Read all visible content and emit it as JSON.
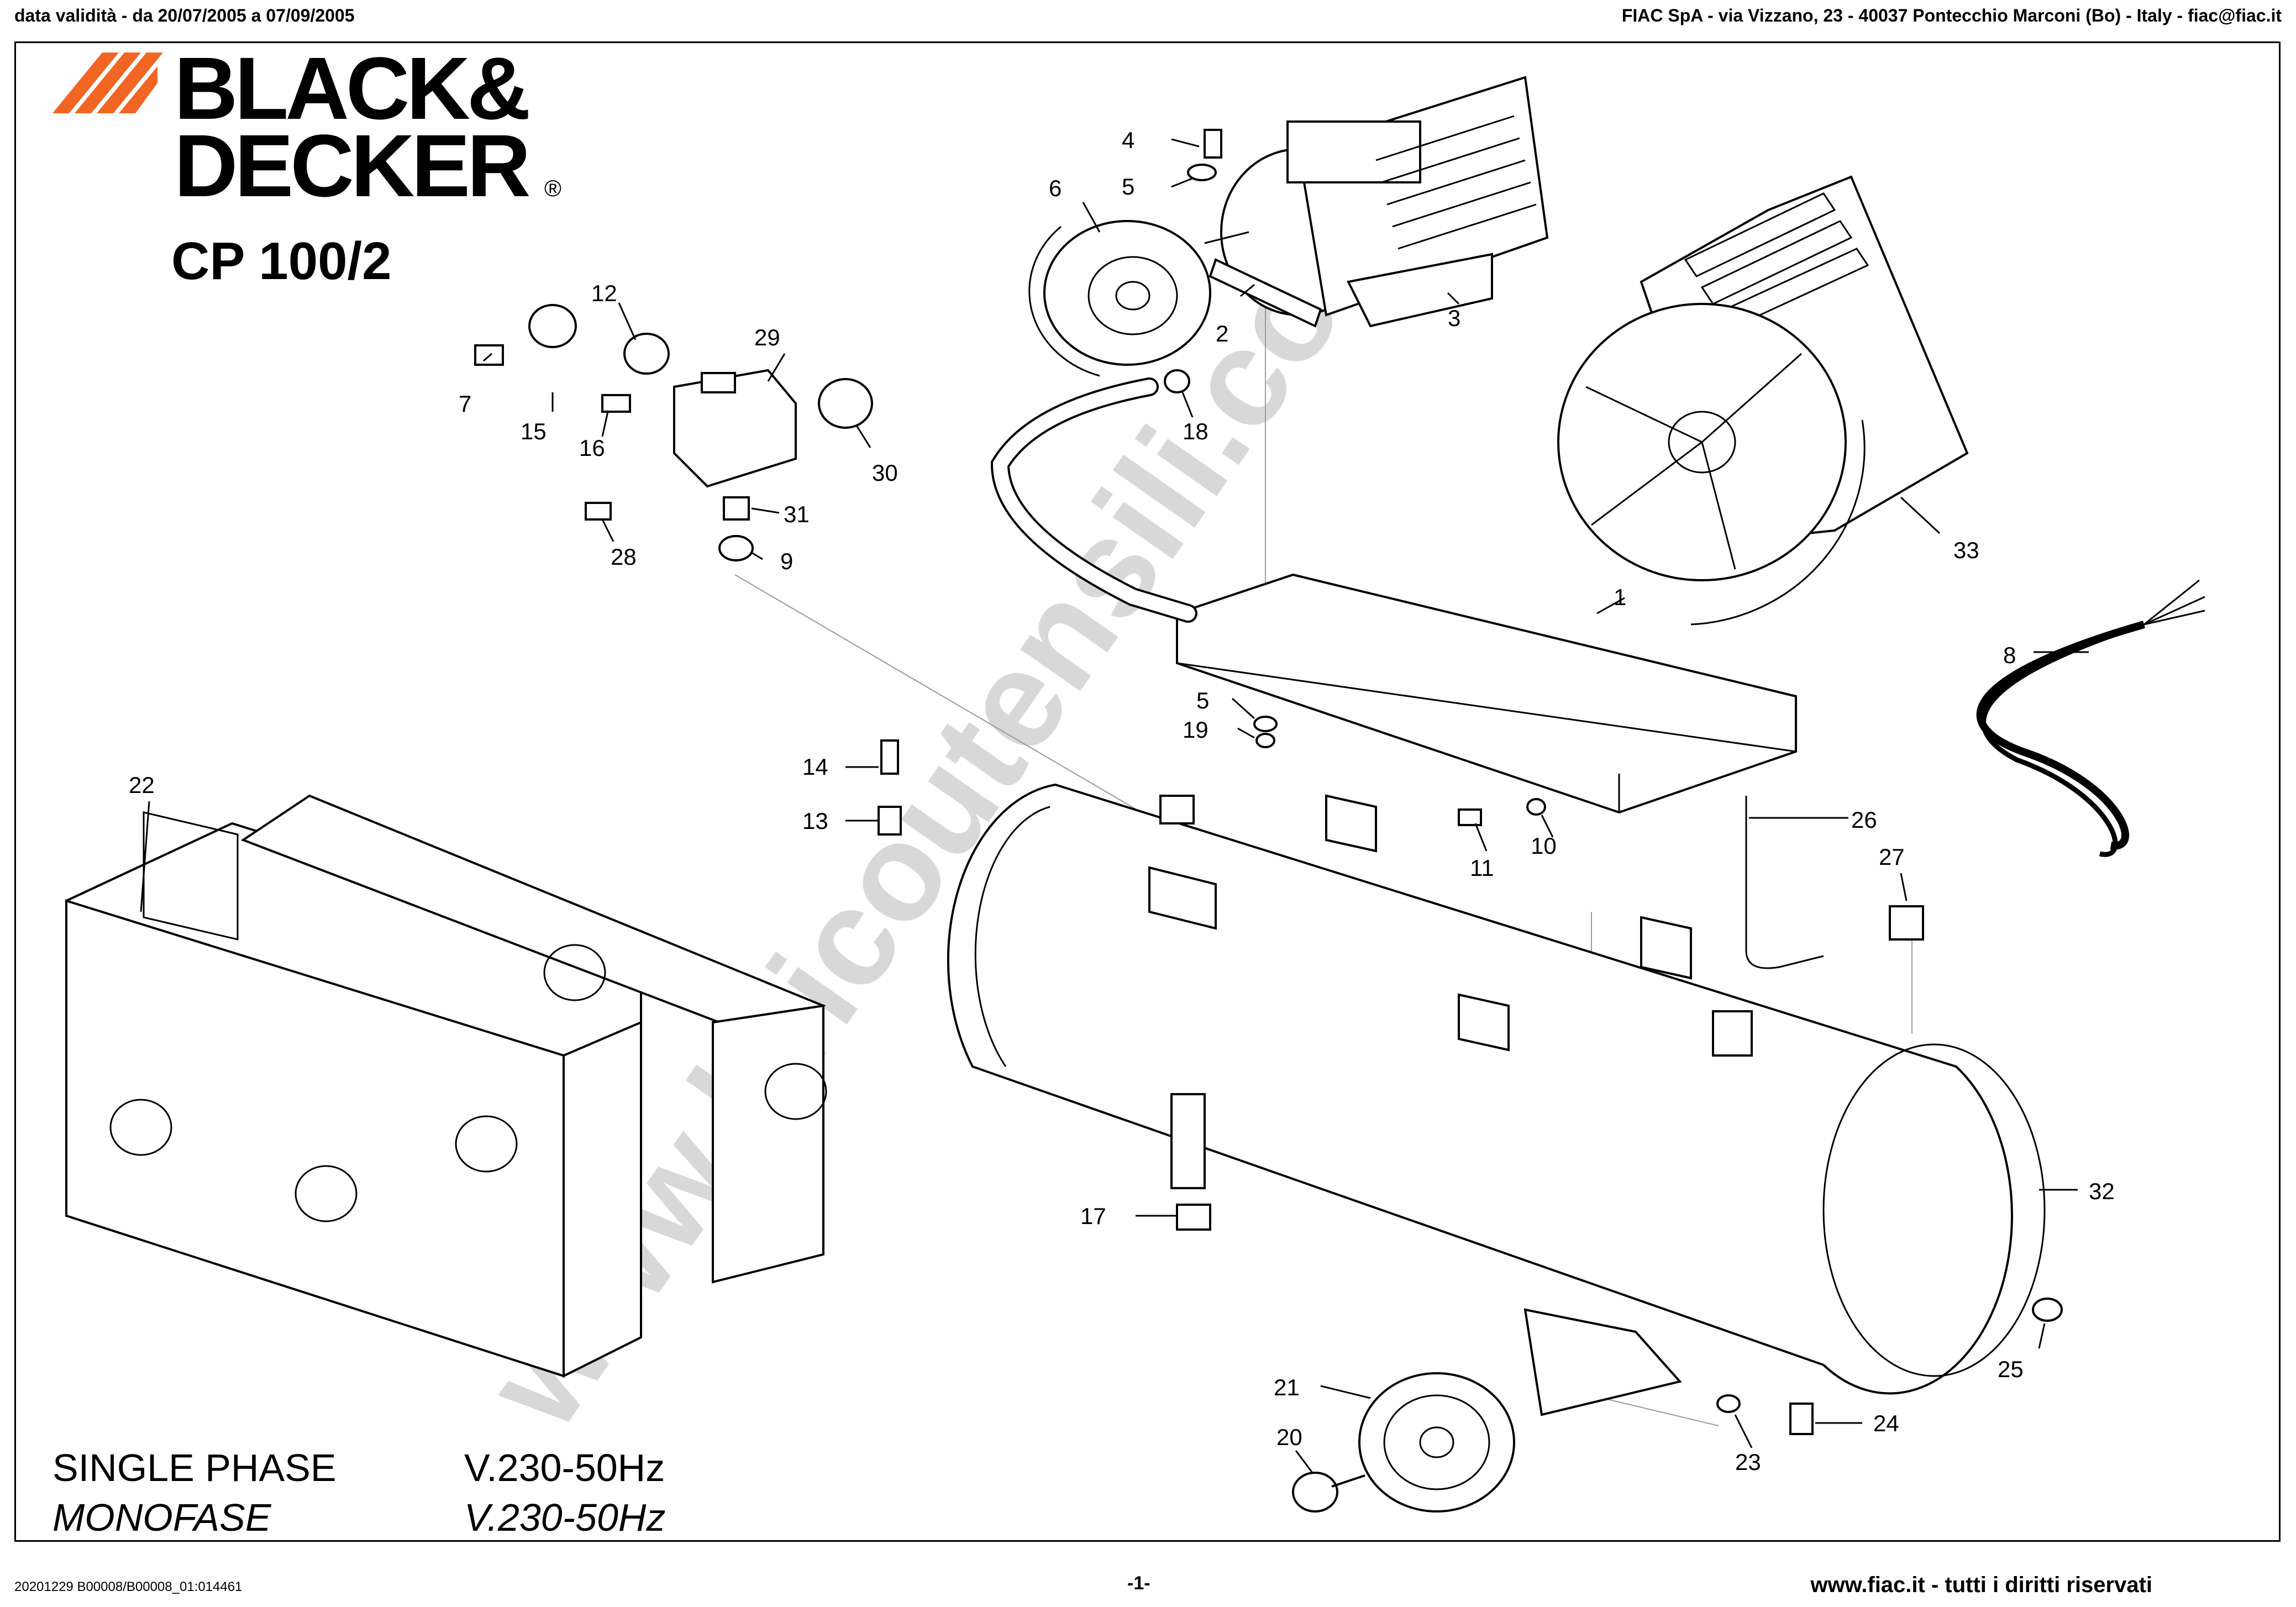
{
  "header": {
    "validity": "data validità - da 20/07/2005 a 07/09/2005",
    "company": "FIAC SpA - via Vizzano, 23 - 40037 Pontecchio Marconi (Bo) - Italy - fiac@fiac.it"
  },
  "brand": {
    "line1": "BLACK&",
    "line2": "DECKER",
    "registered": "®",
    "accent_color": "#f26522"
  },
  "model": "CP 100/2",
  "watermark": "www.bricoutensili.com",
  "phase": {
    "en_label": "SINGLE  PHASE",
    "en_value": "V.230-50Hz",
    "it_label": "MONOFASE",
    "it_value": "V.230-50Hz"
  },
  "footer": {
    "code": "20201229 B00008/B00008_01:014461",
    "page": "-1-",
    "site": "www.fiac.it - tutti i diritti riservati"
  },
  "callouts": [
    "1",
    "2",
    "3",
    "4",
    "5",
    "5",
    "6",
    "7",
    "8",
    "9",
    "10",
    "11",
    "12",
    "13",
    "14",
    "15",
    "16",
    "17",
    "18",
    "19",
    "20",
    "21",
    "22",
    "23",
    "24",
    "25",
    "26",
    "27",
    "28",
    "29",
    "30",
    "31",
    "32",
    "33"
  ]
}
